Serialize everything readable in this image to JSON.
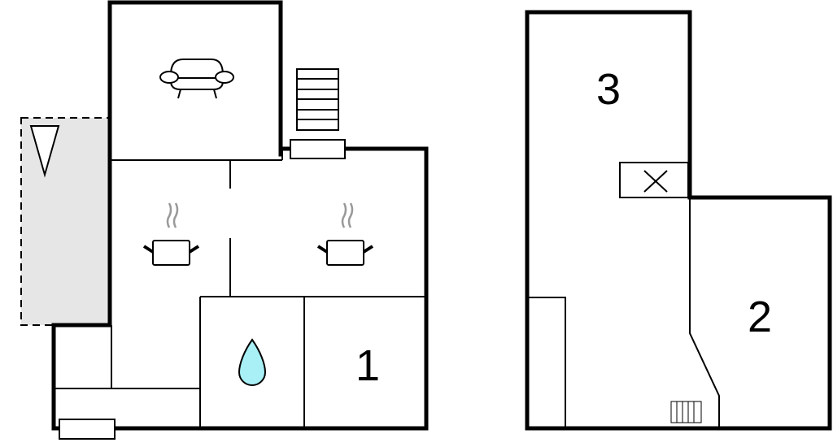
{
  "floor_plan": {
    "ground_floor": {
      "rooms": [
        {
          "name": "living-room",
          "icon": "sofa-icon"
        },
        {
          "name": "kitchen-left",
          "icon": "cooking-pot-icon"
        },
        {
          "name": "kitchen-right",
          "icon": "cooking-pot-icon"
        },
        {
          "name": "bathroom",
          "icon": "water-drop-icon"
        },
        {
          "name": "bedroom-1",
          "label": "1"
        }
      ],
      "terrace_icon": "terrace-triangle-icon",
      "stairs_icon": "stairs-icon"
    },
    "upper_floor": {
      "rooms": [
        {
          "name": "bedroom-3",
          "label": "3"
        },
        {
          "name": "bedroom-2",
          "label": "2"
        }
      ],
      "chimney_icon": "cross-box-icon",
      "radiator_icon": "radiator-icon"
    },
    "colors": {
      "water": "#a8f0f5",
      "terrace": "#e6e6e6",
      "steam": "#999999"
    }
  }
}
